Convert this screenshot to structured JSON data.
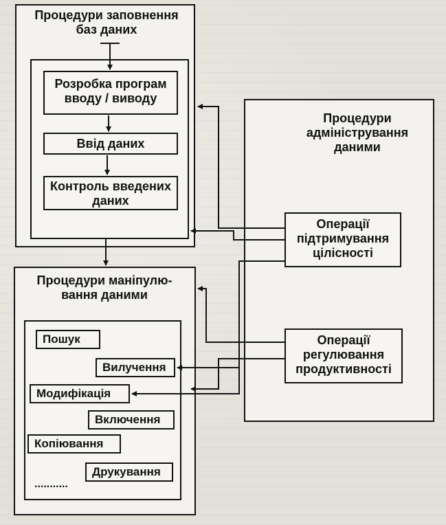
{
  "diagram": {
    "fill_procedures": {
      "title": "Процедури заповнення\nбаз даних",
      "steps": [
        "Розробка програм\nвводу / виводу",
        "Ввід даних",
        "Контроль введених\nданих"
      ]
    },
    "manipulation_procedures": {
      "title": "Процедури маніпулю-\nвання даними",
      "operations": [
        "Пошук",
        "Вилучення",
        "Модифікація",
        "Включення",
        "Копіювання",
        "Друкування"
      ],
      "ellipsis": "..........."
    },
    "admin_procedures": {
      "title": "Процедури\nадміністрування\nданими",
      "integrity": "Операції\nпідтримування\nцілісності",
      "performance": "Операції\nрегулювання\nпродуктивності"
    }
  }
}
